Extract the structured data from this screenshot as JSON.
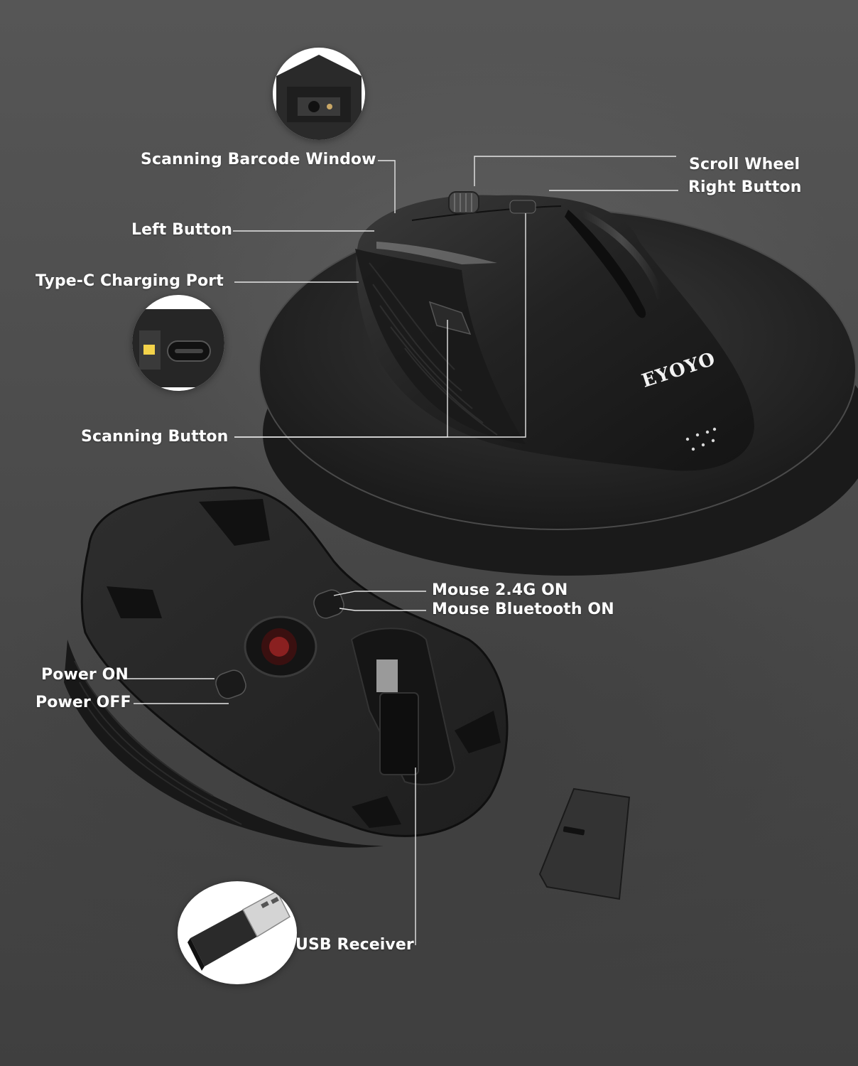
{
  "brand": {
    "logo_text": "EYOYO"
  },
  "callouts": {
    "scanning_barcode_window": "Scanning Barcode Window",
    "left_button": "Left Button",
    "type_c_charging_port": "Type-C Charging Port",
    "scanning_button": "Scanning Button",
    "scroll_wheel": "Scroll Wheel",
    "right_button": "Right Button",
    "mouse_24g_on": "Mouse 2.4G ON",
    "mouse_bluetooth_on": "Mouse Bluetooth ON",
    "power_on": "Power ON",
    "power_off": "Power OFF",
    "usb_receiver": "USB Receiver"
  },
  "colors": {
    "background": "#4a4a4a",
    "label_text": "#ffffff",
    "leader_line": "#e6e6e6",
    "product": "#1c1c1c"
  }
}
